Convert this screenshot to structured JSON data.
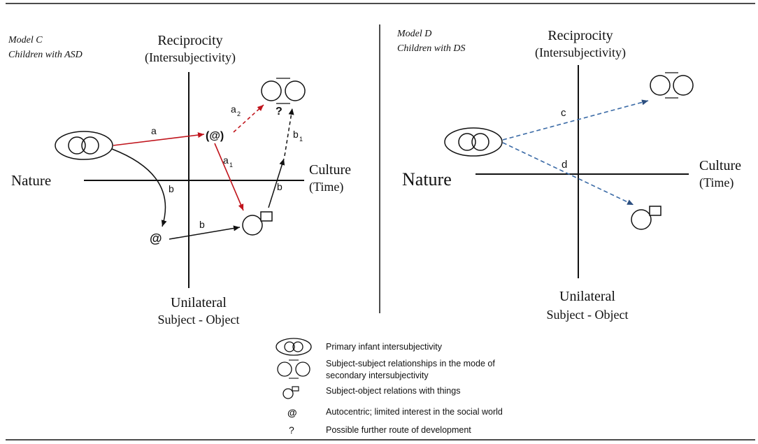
{
  "model_c": {
    "title": "Model C",
    "subtitle": "Children with ASD",
    "axis_top": "Reciprocity",
    "axis_top_sub": "(Intersubjectivity)",
    "axis_bottom": "Unilateral",
    "axis_bottom_sub": "Subject - Object",
    "axis_left": "Nature",
    "axis_right": "Culture",
    "axis_right_sub": "(Time)",
    "labels": {
      "a": "a",
      "a1": "a",
      "a1_sub": "1",
      "a2": "a",
      "a2_sub": "2",
      "b_curve": "b",
      "b_bottom": "b",
      "b_right": "b",
      "b1": "b",
      "b1_sub": "1",
      "at_paren": "(@)",
      "at": "@",
      "question": "?"
    }
  },
  "model_d": {
    "title": "Model D",
    "subtitle": "Children with DS",
    "axis_top": "Reciprocity",
    "axis_top_sub": "(Intersubjectivity)",
    "axis_bottom": "Unilateral",
    "axis_bottom_sub": "Subject - Object",
    "axis_left": "Nature",
    "axis_right": "Culture",
    "axis_right_sub": "(Time)",
    "labels": {
      "c": "c",
      "d": "d"
    }
  },
  "legend": {
    "items": [
      {
        "symbol": "primary",
        "text": "Primary infant intersubjectivity"
      },
      {
        "symbol": "secondary",
        "text": "Subject-subject relationships in the mode of",
        "text2": "secondary intersubjectivity"
      },
      {
        "symbol": "object",
        "text": "Subject-object relations with things"
      },
      {
        "symbol": "@",
        "text": "Autocentric; limited interest in the social world"
      },
      {
        "symbol": "?",
        "text": "Possible further route of development"
      }
    ]
  },
  "colors": {
    "red": "#c0141c",
    "blue": "#3a6aa6",
    "black": "#111111"
  }
}
